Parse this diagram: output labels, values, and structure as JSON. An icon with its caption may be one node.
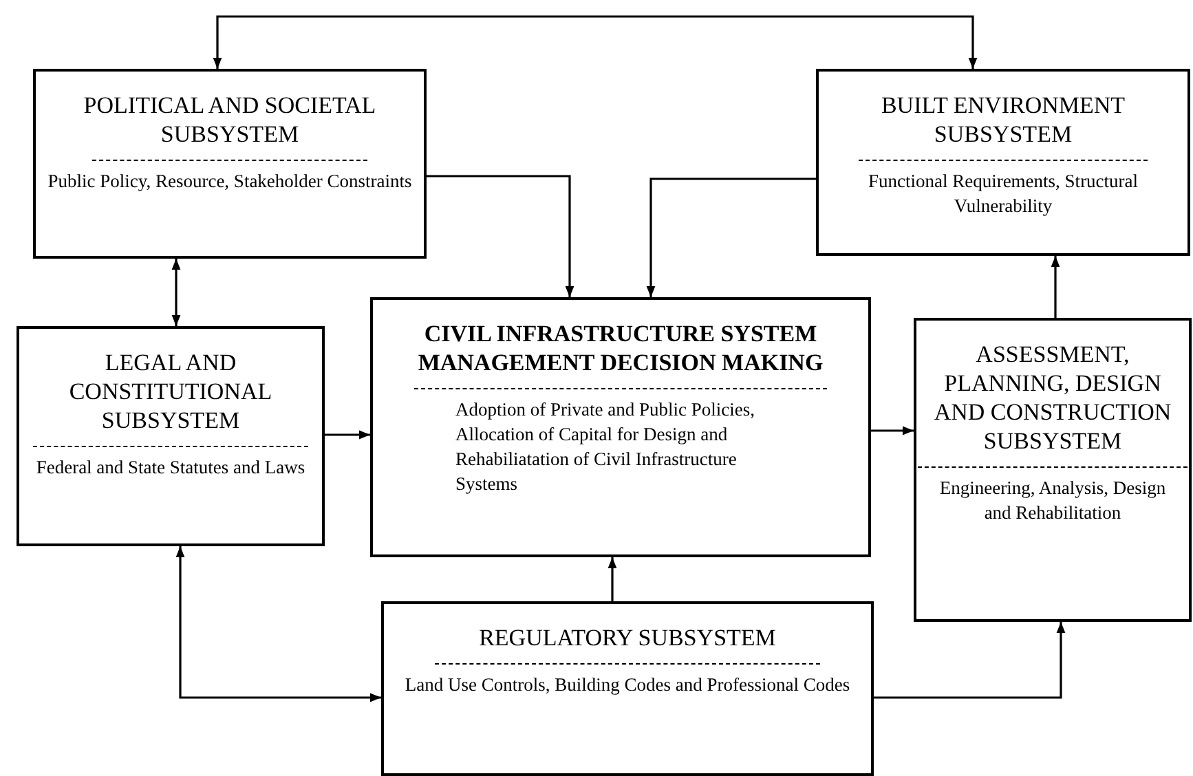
{
  "diagram": {
    "nodes": [
      {
        "text": [
          "POLITICAL AND SOCIETAL SUBSYSTEM",
          "Public Policy, Resource, Stakeholder Constraints"
        ]
      },
      {
        "text": [
          "BUILT ENVIRONMENT SUBSYSTEM",
          "Functional Requirements, Structural Vulnerability"
        ]
      },
      {
        "text": [
          "LEGAL AND CONSTITUTIONAL SUBSYSTEM",
          "Federal and State Statutes and Laws"
        ]
      },
      {
        "text": [
          "CIVIL INFRASTRUCTURE SYSTEM MANAGEMENT DECISION MAKING",
          "Adoption of Private and Public Policies, Allocation of Capital for Design and Rehabiliatation of Civil Infrastructure Systems"
        ]
      },
      {
        "text": [
          "ASSESSMENT, PLANNING, DESIGN AND CONSTRUCTION SUBSYSTEM",
          "Engineering, Analysis, Design and Rehabilitation"
        ]
      },
      {
        "text": [
          "REGULATORY SUBSYSTEM",
          "Land Use Controls, Building Codes and Professional Codes"
        ]
      }
    ],
    "edges": [
      {
        "from": 0,
        "to": 1,
        "arrow": "both"
      },
      {
        "from": 0,
        "to": 3,
        "arrow": "to"
      },
      {
        "from": 1,
        "to": 3,
        "arrow": "to"
      },
      {
        "from": 0,
        "to": 2,
        "arrow": "both"
      },
      {
        "from": 2,
        "to": 3,
        "arrow": "to"
      },
      {
        "from": 3,
        "to": 4,
        "arrow": "to"
      },
      {
        "from": 4,
        "to": 1,
        "arrow": "to"
      },
      {
        "from": 5,
        "to": 3,
        "arrow": "to"
      },
      {
        "from": 2,
        "to": 5,
        "arrow": "both"
      },
      {
        "from": 5,
        "to": 4,
        "arrow": "to"
      }
    ]
  }
}
